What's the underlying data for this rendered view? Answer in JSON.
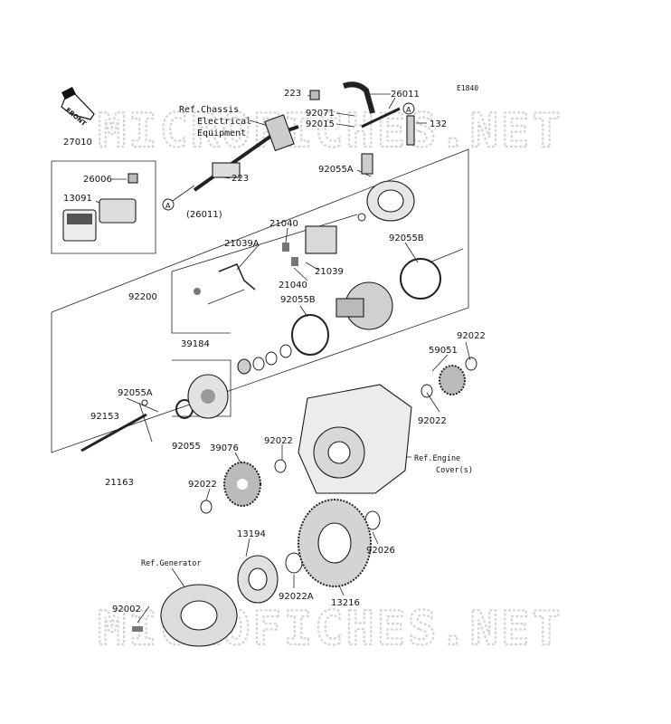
{
  "diagram": {
    "code": "E1840",
    "front_label": "FRONT",
    "watermark": "MICROFICHES.NET",
    "refs": {
      "chassis": [
        "Ref.Chassis",
        "Electrical",
        "Equipment"
      ],
      "engine": [
        "Ref.Engine",
        "Cover(s)"
      ],
      "generator": "Ref.Generator"
    },
    "circle_marker": "A",
    "labels": {
      "p223a": "223",
      "p26011": "26011",
      "p92071": "92071",
      "p92015": "92015",
      "p132": "132",
      "p27010": "27010",
      "p26006": "26006",
      "p223b": "223",
      "p13091": "13091",
      "p26011b": "(26011)",
      "p92055A": "92055A",
      "p21040a": "21040",
      "p21039A": "21039A",
      "p21039": "21039",
      "p21040b": "21040",
      "p92055Bb": "92055B",
      "p92200": "92200",
      "p92055Ba": "92055B",
      "p39184": "39184",
      "p92022a": "92022",
      "p59051": "59051",
      "p92055Ab": "92055A",
      "p92153": "92153",
      "p92022b": "92022",
      "p92055": "92055",
      "p92022c": "92022",
      "p39076": "39076",
      "p21163": "21163",
      "p92022d": "92022",
      "p13194": "13194",
      "p92026": "92026",
      "p92022A": "92022A",
      "p13216": "13216",
      "p92002": "92002"
    }
  }
}
